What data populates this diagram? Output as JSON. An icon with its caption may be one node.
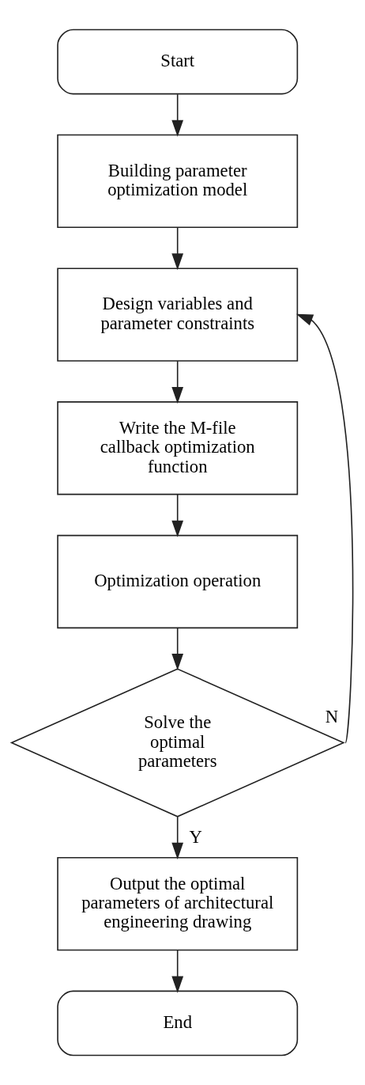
{
  "diagram": {
    "nodes": [
      {
        "text": [
          "Start"
        ]
      },
      {
        "text": [
          "Building parameter optimization model"
        ]
      },
      {
        "text": [
          "Design variables and parameter constraints"
        ]
      },
      {
        "text": [
          "Write the M-file callback optimization function"
        ]
      },
      {
        "text": [
          "Optimization operation"
        ]
      },
      {
        "text": [
          "Solve the optimal parameters"
        ]
      },
      {
        "text": [
          "Output the optimal parameters of architectural engineering drawing"
        ]
      },
      {
        "text": [
          "End"
        ]
      }
    ],
    "edges": [
      {
        "from": 0,
        "to": 1,
        "arrow": "to"
      },
      {
        "from": 1,
        "to": 2,
        "arrow": "to"
      },
      {
        "from": 2,
        "to": 3,
        "arrow": "to"
      },
      {
        "from": 3,
        "to": 4,
        "arrow": "to"
      },
      {
        "from": 4,
        "to": 5,
        "arrow": "to"
      },
      {
        "from": 5,
        "to": 2,
        "arrow": "to",
        "label": "N"
      },
      {
        "from": 5,
        "to": 6,
        "arrow": "to",
        "label": "Y"
      },
      {
        "from": 6,
        "to": 7,
        "arrow": "to"
      }
    ]
  }
}
